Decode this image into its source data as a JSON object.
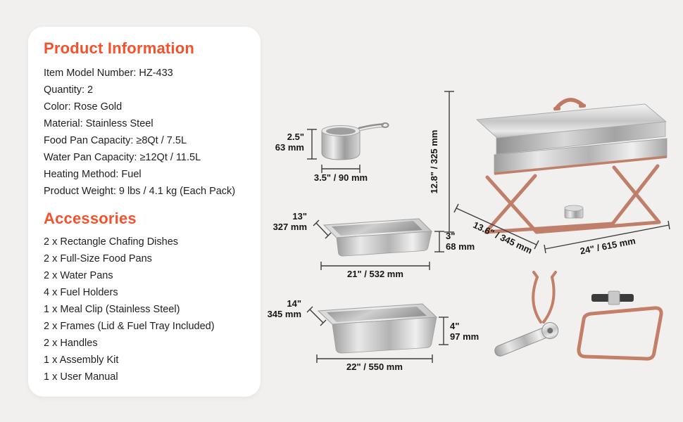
{
  "page": {
    "bg": "#f2f0ee",
    "accent": "#f4512c"
  },
  "info": {
    "title": "Product Information",
    "items": [
      "Item Model Number: HZ-433",
      "Quantity: 2",
      "Color: Rose Gold",
      "Material: Stainless Steel",
      "Food Pan Capacity: ≥8Qt / 7.5L",
      "Water Pan Capacity: ≥12Qt / 11.5L",
      "Heating Method: Fuel",
      "Product Weight: 9 lbs / 4.1 kg (Each Pack)"
    ]
  },
  "accessories": {
    "title": "Accessories",
    "items": [
      "2 x Rectangle Chafing Dishes",
      "2 x Full-Size Food Pans",
      "2 x Water Pans",
      "4 x Fuel Holders",
      "1 x Meal Clip (Stainless Steel)",
      "2 x Frames (Lid & Fuel Tray Included)",
      "2 x Handles",
      "1 x Assembly Kit",
      "1 x User Manual"
    ]
  },
  "dims": {
    "fuel": {
      "h_in": "2.5\"",
      "h_mm": "63 mm",
      "d": "3.5\" / 90 mm"
    },
    "dish": {
      "h": "12.8\" / 325 mm",
      "w": "13.6\" / 345 mm",
      "l": "24\" / 615 mm"
    },
    "food_pan": {
      "w_in": "13\"",
      "w_mm": "327 mm",
      "h_in": "3\"",
      "h_mm": "68 mm",
      "l": "21\" / 532 mm"
    },
    "water_pan": {
      "w_in": "14\"",
      "w_mm": "345 mm",
      "h_in": "4\"",
      "h_mm": "97 mm",
      "l": "22\" / 550 mm"
    }
  }
}
